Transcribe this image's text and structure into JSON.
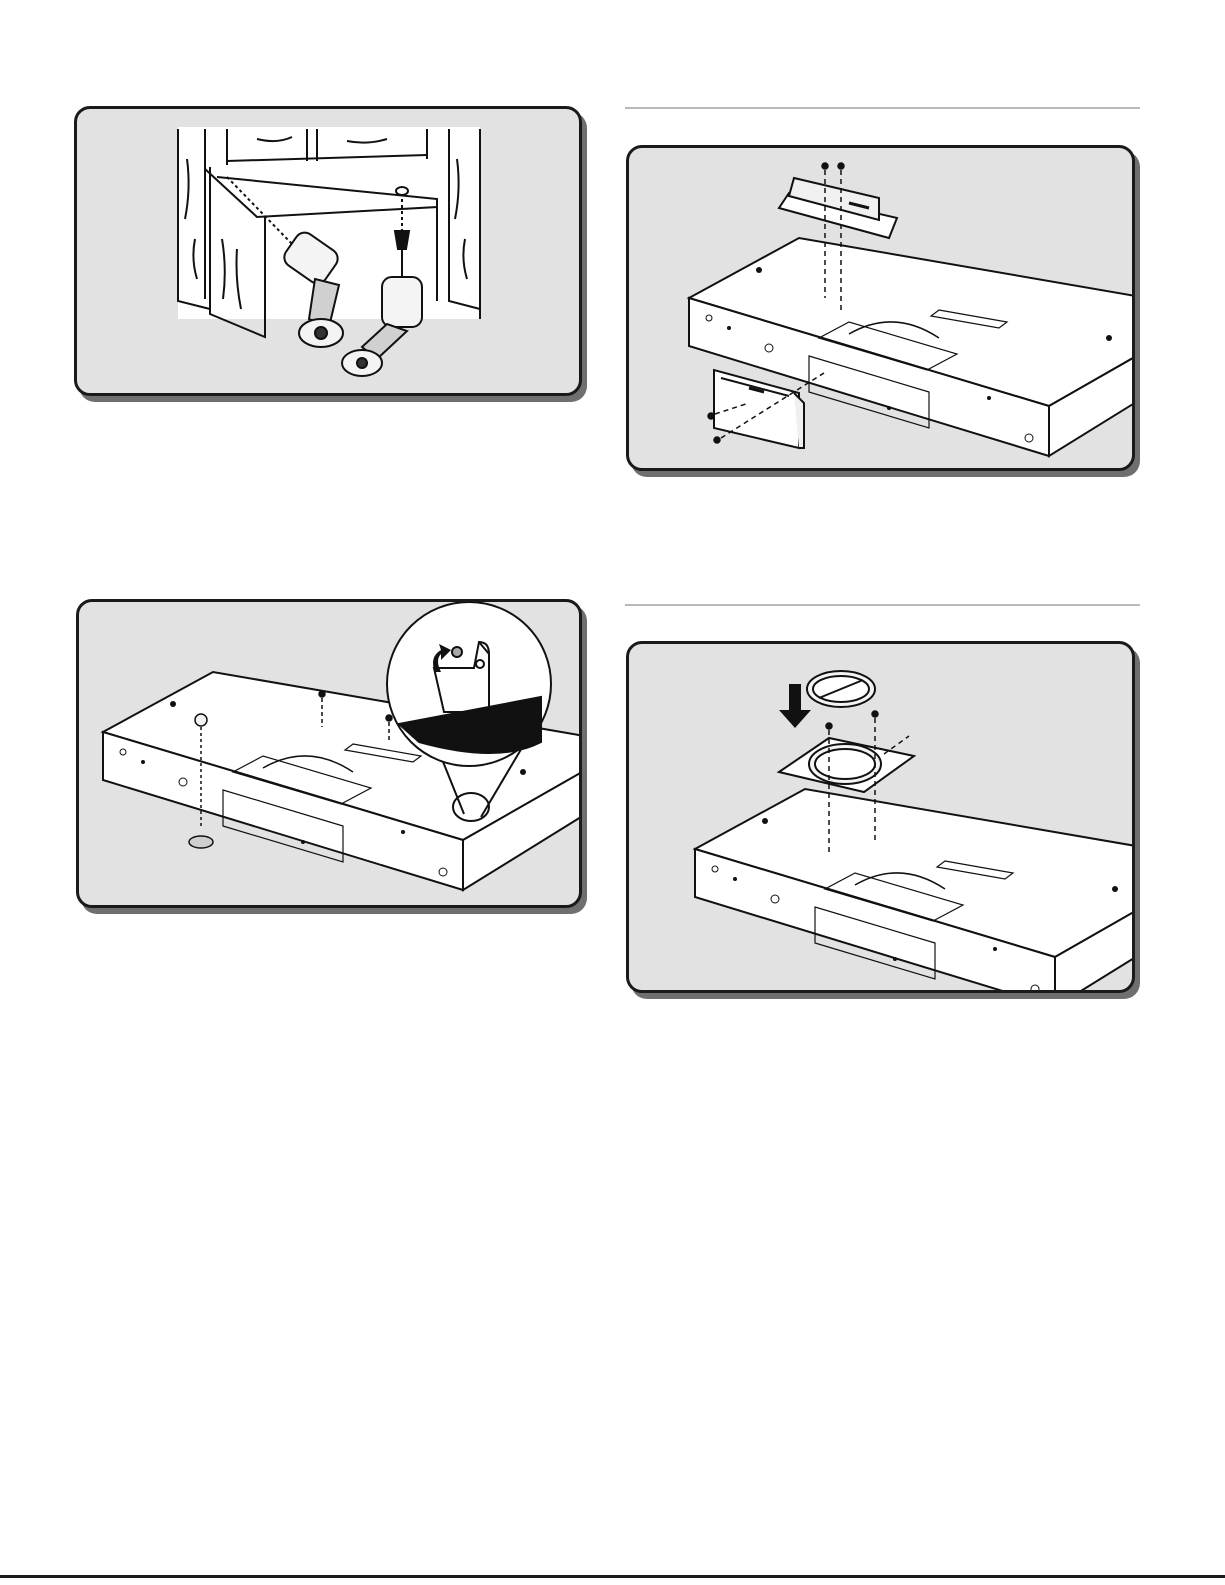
{
  "figures": [
    {
      "id": "fig-cabinet-drilling",
      "icons": [
        "cabinet-icon",
        "drill-icon",
        "spade-bit-icon"
      ]
    },
    {
      "id": "fig-wiring-box-mount",
      "icons": [
        "range-hood-icon",
        "wiring-box-icon",
        "screw-icon"
      ]
    },
    {
      "id": "fig-damper-bracket",
      "icons": [
        "range-hood-icon",
        "magnifier-callout-icon",
        "rotate-arrow-icon"
      ]
    },
    {
      "id": "fig-duct-adapter",
      "icons": [
        "range-hood-icon",
        "damper-ring-icon",
        "down-arrow-icon"
      ]
    }
  ],
  "colors": {
    "panel_fill": "#e2e2e2",
    "panel_border": "#1a1a1a",
    "panel_shadow": "#6f6f6f",
    "rule": "#b9b9b9",
    "line_art": "#111111"
  }
}
